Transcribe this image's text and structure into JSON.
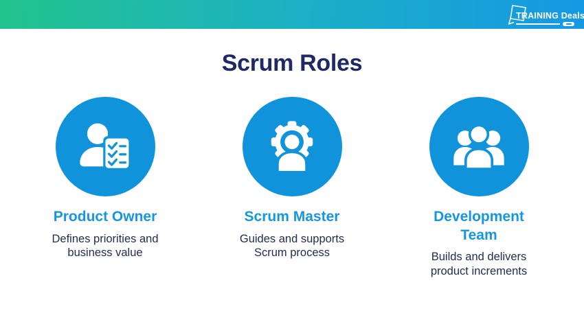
{
  "page": {
    "title": "Scrum Roles"
  },
  "header": {
    "brand": "TRAINING",
    "brand_suffix": "Deals"
  },
  "colors": {
    "header_gradient_start": "#22c48d",
    "header_gradient_mid": "#1bb0c6",
    "header_gradient_end": "#1598e3",
    "circle_blue": "#1093db",
    "role_title_blue": "#1697dd",
    "heading_navy": "#1f2a64",
    "description_navy": "#232d4f"
  },
  "roles": [
    {
      "name": "Product Owner",
      "description": "Defines priorities and business value",
      "icon": "person-checklist-icon"
    },
    {
      "name": "Scrum Master",
      "description": "Guides and supports Scrum process",
      "icon": "person-gear-icon"
    },
    {
      "name": "Development Team",
      "description": "Builds and delivers product increments",
      "icon": "people-group-icon"
    }
  ]
}
